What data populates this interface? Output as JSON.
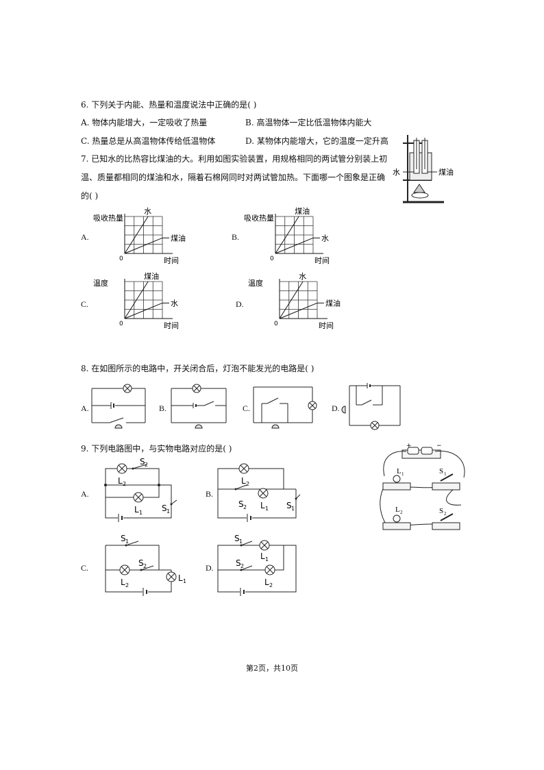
{
  "q6": {
    "stem": "6. 下列关于内能、热量和温度说法中正确的是(    )",
    "a": "A. 物体内能增大，一定吸收了热量",
    "b": "B. 高温物体一定比低温物体内能大",
    "c": "C. 热量总是从高温物体传给低温物体",
    "d": "D. 某物体内能增大，它的温度一定升高"
  },
  "q7": {
    "line1": "7. 已知水的比热容比煤油的大。利用如图实验装置，用规格相同的两试管分别装上初",
    "line2": "温、质量都相同的煤油和水，隔着石棉网同时对两试管加热。下面哪一个图象是正确",
    "line3": "的(    )",
    "apparatus": {
      "water": "水",
      "kerosene": "煤油"
    },
    "graphs": [
      {
        "letter": "A.",
        "ylabel": "吸收热量",
        "xlabel": "时间",
        "origin": "0",
        "steep_label": "水",
        "shallow_label": "煤油"
      },
      {
        "letter": "B.",
        "ylabel": "吸收热量",
        "xlabel": "时间",
        "origin": "0",
        "steep_label": "煤油",
        "shallow_label": "水"
      },
      {
        "letter": "C.",
        "ylabel": "温度",
        "xlabel": "时间",
        "origin": "0",
        "steep_label": "煤油",
        "shallow_label": "水"
      },
      {
        "letter": "D.",
        "ylabel": "温度",
        "xlabel": "时间",
        "origin": "0",
        "steep_label": "水",
        "shallow_label": "煤油"
      }
    ]
  },
  "q8": {
    "stem": "8. 在如图所示的电路中，开关闭合后，灯泡不能发光的电路是(    )",
    "options": [
      "A.",
      "B.",
      "C.",
      "D."
    ]
  },
  "q9": {
    "stem": "9. 下列电路图中，与实物电路对应的是(    )",
    "options": [
      "A.",
      "B.",
      "C.",
      "D."
    ],
    "labels": {
      "L1": "L",
      "L2": "L",
      "S1": "S",
      "S2": "S",
      "sub1": "1",
      "sub2": "2"
    },
    "battery_signs": {
      "plus": "+",
      "minus": "−"
    }
  },
  "footer": "第2页，共10页"
}
